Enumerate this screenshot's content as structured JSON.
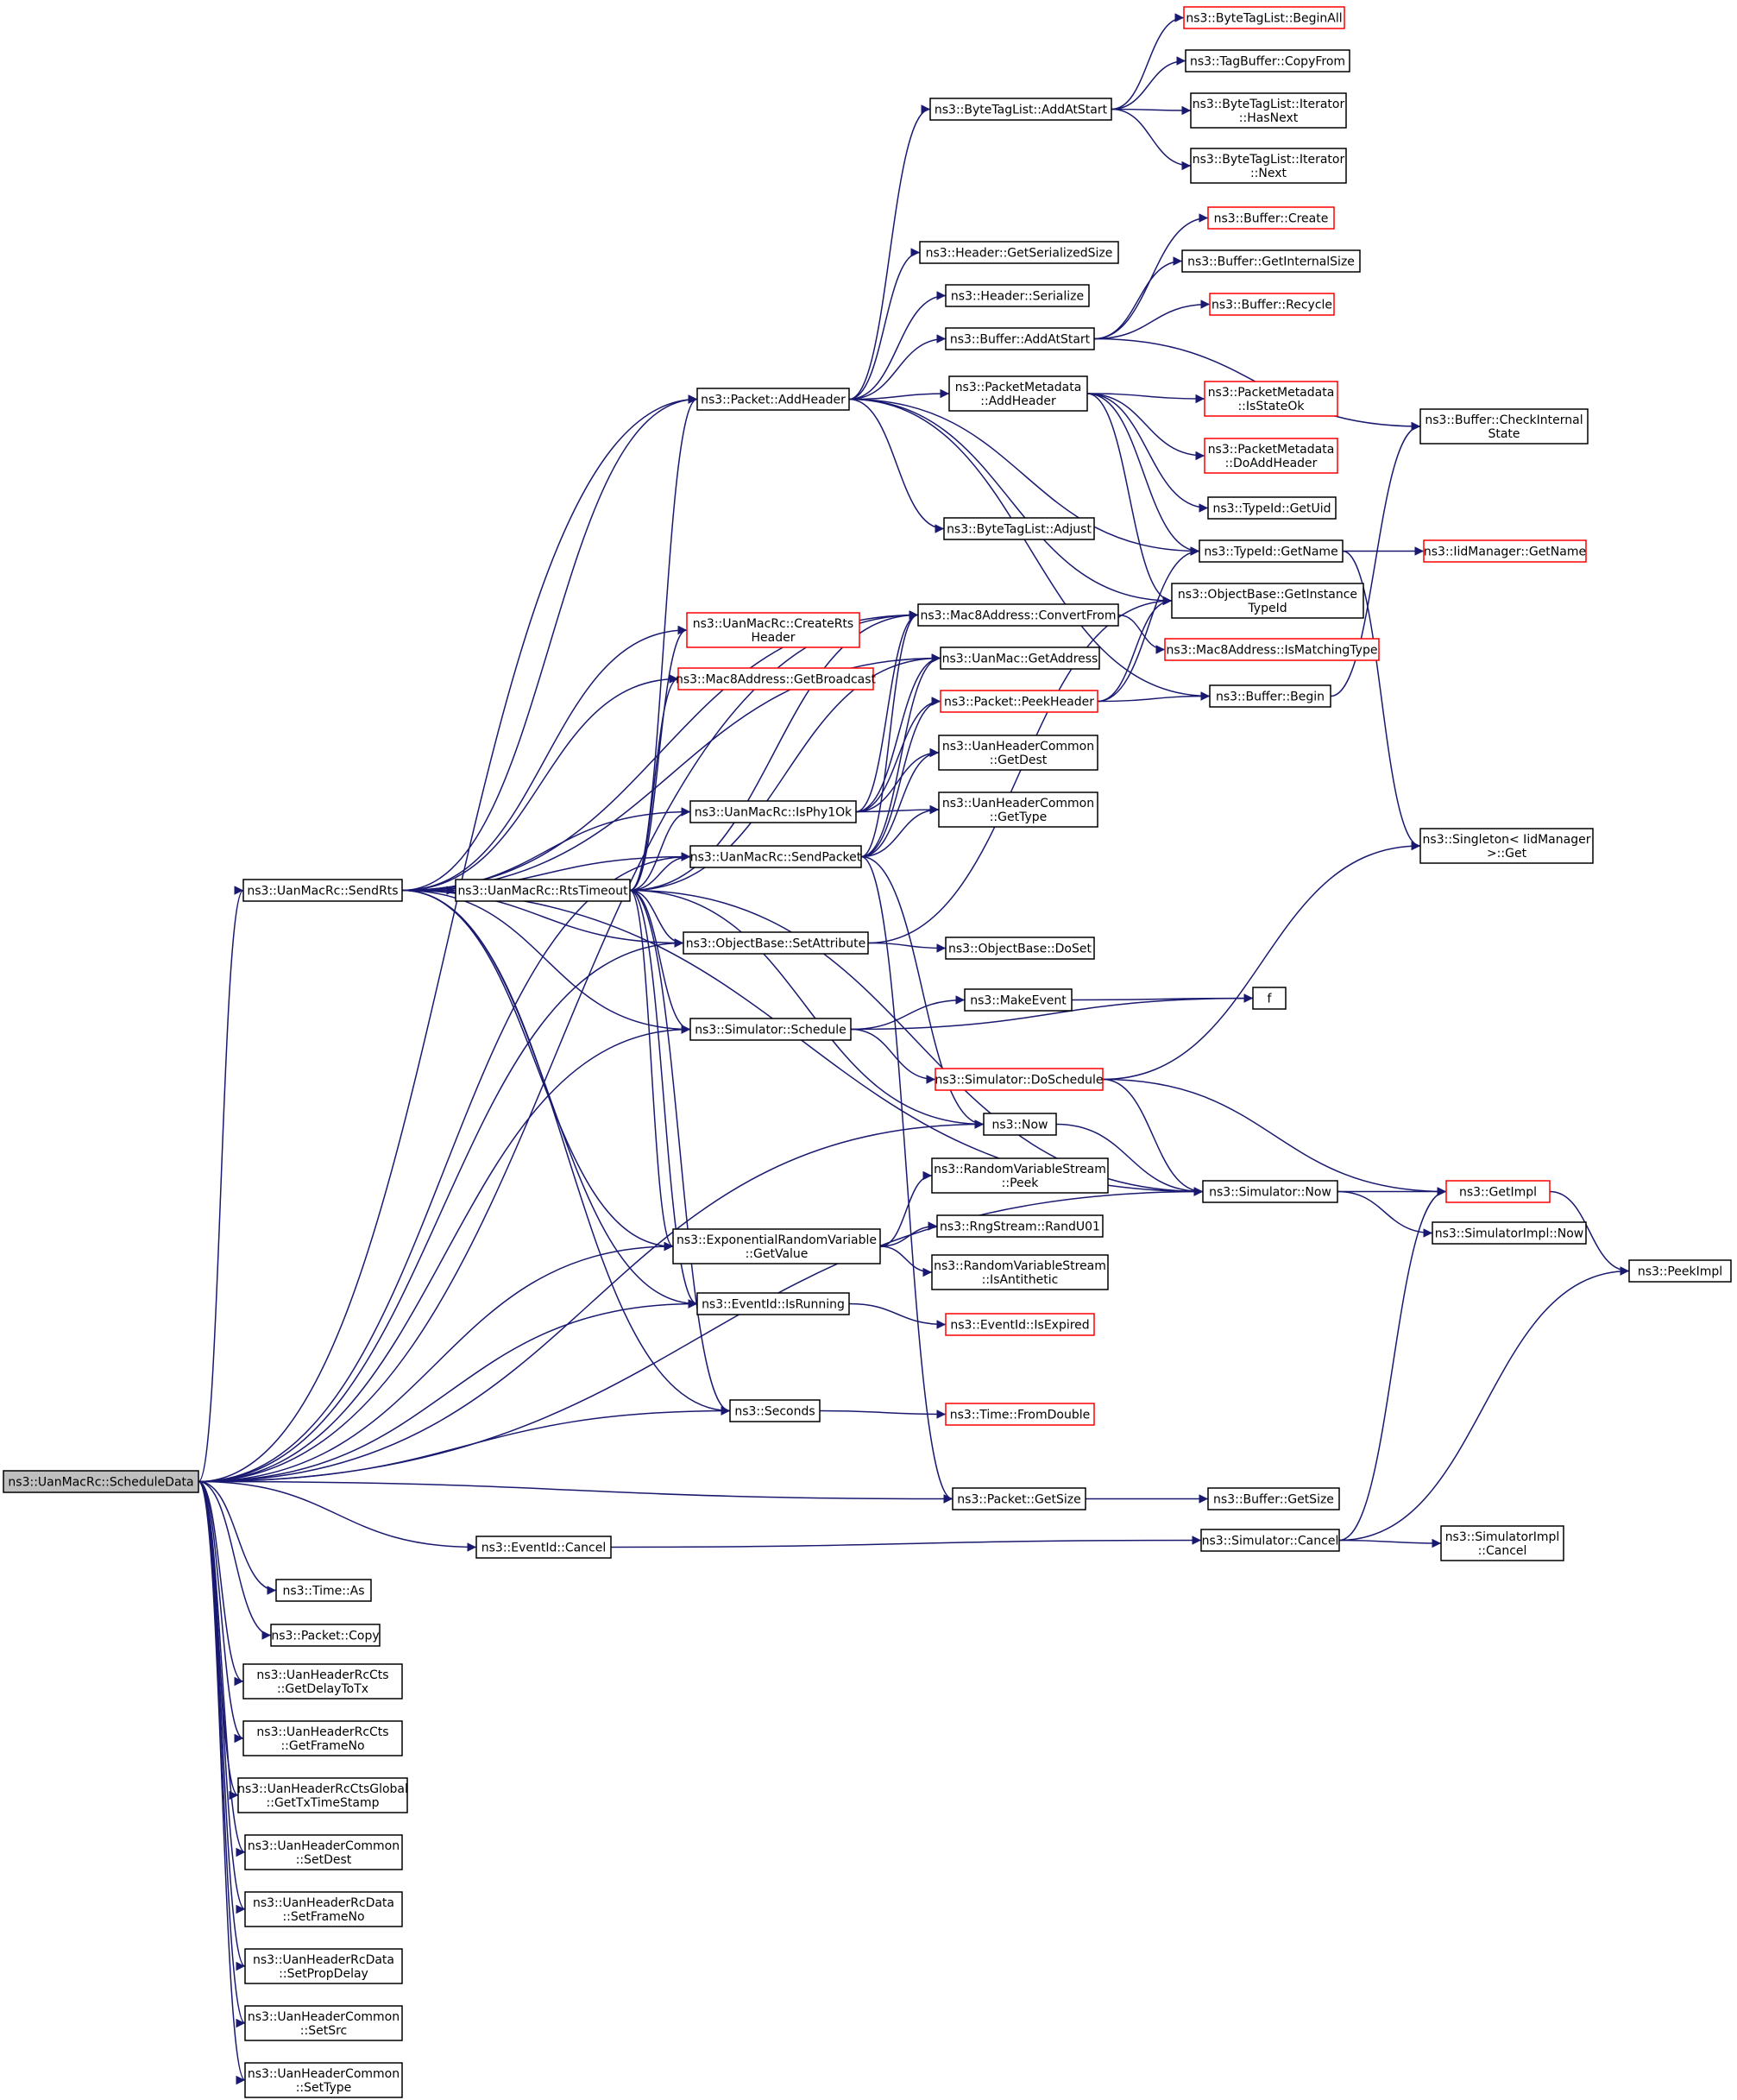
{
  "graph": {
    "title": "",
    "edge_color": "#191970",
    "truncated_border_color": "#ff0000",
    "root_fill": "#bfbfbf",
    "nodes": [
      {
        "id": "root",
        "lines": [
          "ns3::UanMacRc::ScheduleData"
        ],
        "root": true
      },
      {
        "id": "addHeader",
        "lines": [
          "ns3::Packet::AddHeader"
        ]
      },
      {
        "id": "sendRts",
        "lines": [
          "ns3::UanMacRc::SendRts"
        ]
      },
      {
        "id": "rtsTimeout",
        "lines": [
          "ns3::UanMacRc::RtsTimeout"
        ]
      },
      {
        "id": "isPhy1Ok",
        "lines": [
          "ns3::UanMacRc::IsPhy1Ok"
        ]
      },
      {
        "id": "sendPacket",
        "lines": [
          "ns3::UanMacRc::SendPacket"
        ]
      },
      {
        "id": "setAttribute",
        "lines": [
          "ns3::ObjectBase::SetAttribute"
        ]
      },
      {
        "id": "schedule",
        "lines": [
          "ns3::Simulator::Schedule"
        ]
      },
      {
        "id": "expGetValue",
        "lines": [
          "ns3::ExponentialRandomVariable",
          "::GetValue"
        ]
      },
      {
        "id": "isRunning",
        "lines": [
          "ns3::EventId::IsRunning"
        ]
      },
      {
        "id": "seconds",
        "lines": [
          "ns3::Seconds"
        ]
      },
      {
        "id": "eventCancel",
        "lines": [
          "ns3::EventId::Cancel"
        ]
      },
      {
        "id": "timeAs",
        "lines": [
          "ns3::Time::As"
        ]
      },
      {
        "id": "packetCopy",
        "lines": [
          "ns3::Packet::Copy"
        ]
      },
      {
        "id": "getDelayToTx",
        "lines": [
          "ns3::UanHeaderRcCts",
          "::GetDelayToTx"
        ]
      },
      {
        "id": "getFrameNo",
        "lines": [
          "ns3::UanHeaderRcCts",
          "::GetFrameNo"
        ]
      },
      {
        "id": "getTxTimeStamp",
        "lines": [
          "ns3::UanHeaderRcCtsGlobal",
          "::GetTxTimeStamp"
        ]
      },
      {
        "id": "setDest",
        "lines": [
          "ns3::UanHeaderCommon",
          "::SetDest"
        ]
      },
      {
        "id": "setFrameNo",
        "lines": [
          "ns3::UanHeaderRcData",
          "::SetFrameNo"
        ]
      },
      {
        "id": "setPropDelay",
        "lines": [
          "ns3::UanHeaderRcData",
          "::SetPropDelay"
        ]
      },
      {
        "id": "setSrc",
        "lines": [
          "ns3::UanHeaderCommon",
          "::SetSrc"
        ]
      },
      {
        "id": "setType",
        "lines": [
          "ns3::UanHeaderCommon",
          "::SetType"
        ]
      },
      {
        "id": "createRtsHeader",
        "lines": [
          "ns3::UanMacRc::CreateRts",
          "Header"
        ],
        "truncated": true
      },
      {
        "id": "getBroadcast",
        "lines": [
          "ns3::Mac8Address::GetBroadcast"
        ],
        "truncated": true
      },
      {
        "id": "byteTagAddAtStart",
        "lines": [
          "ns3::ByteTagList::AddAtStart"
        ]
      },
      {
        "id": "headerGetSerSize",
        "lines": [
          "ns3::Header::GetSerializedSize"
        ]
      },
      {
        "id": "headerSerialize",
        "lines": [
          "ns3::Header::Serialize"
        ]
      },
      {
        "id": "bufferAddAtStart",
        "lines": [
          "ns3::Buffer::AddAtStart"
        ]
      },
      {
        "id": "pmAddHeader",
        "lines": [
          "ns3::PacketMetadata",
          "::AddHeader"
        ]
      },
      {
        "id": "byteTagAdjust",
        "lines": [
          "ns3::ByteTagList::Adjust"
        ]
      },
      {
        "id": "convertFrom",
        "lines": [
          "ns3::Mac8Address::ConvertFrom"
        ]
      },
      {
        "id": "uanMacGetAddress",
        "lines": [
          "ns3::UanMac::GetAddress"
        ]
      },
      {
        "id": "peekHeader",
        "lines": [
          "ns3::Packet::PeekHeader"
        ],
        "truncated": true
      },
      {
        "id": "uhcGetDest",
        "lines": [
          "ns3::UanHeaderCommon",
          "::GetDest"
        ]
      },
      {
        "id": "uhcGetType",
        "lines": [
          "ns3::UanHeaderCommon",
          "::GetType"
        ]
      },
      {
        "id": "doSet",
        "lines": [
          "ns3::ObjectBase::DoSet"
        ]
      },
      {
        "id": "makeEvent",
        "lines": [
          "ns3::MakeEvent"
        ]
      },
      {
        "id": "doSchedule",
        "lines": [
          "ns3::Simulator::DoSchedule"
        ],
        "truncated": true
      },
      {
        "id": "now",
        "lines": [
          "ns3::Now"
        ]
      },
      {
        "id": "rvsPeek",
        "lines": [
          "ns3::RandomVariableStream",
          "::Peek"
        ]
      },
      {
        "id": "randU01",
        "lines": [
          "ns3::RngStream::RandU01"
        ]
      },
      {
        "id": "isAntithetic",
        "lines": [
          "ns3::RandomVariableStream",
          "::IsAntithetic"
        ]
      },
      {
        "id": "isExpired",
        "lines": [
          "ns3::EventId::IsExpired"
        ],
        "truncated": true
      },
      {
        "id": "fromDouble",
        "lines": [
          "ns3::Time::FromDouble"
        ],
        "truncated": true
      },
      {
        "id": "packetGetSize",
        "lines": [
          "ns3::Packet::GetSize"
        ]
      },
      {
        "id": "beginAll",
        "lines": [
          "ns3::ByteTagList::BeginAll"
        ],
        "truncated": true
      },
      {
        "id": "tagCopyFrom",
        "lines": [
          "ns3::TagBuffer::CopyFrom"
        ]
      },
      {
        "id": "iterHasNext",
        "lines": [
          "ns3::ByteTagList::Iterator",
          "::HasNext"
        ]
      },
      {
        "id": "iterNext",
        "lines": [
          "ns3::ByteTagList::Iterator",
          "::Next"
        ]
      },
      {
        "id": "bufferCreate",
        "lines": [
          "ns3::Buffer::Create"
        ],
        "truncated": true
      },
      {
        "id": "bufferGetInternalSize",
        "lines": [
          "ns3::Buffer::GetInternalSize"
        ]
      },
      {
        "id": "bufferRecycle",
        "lines": [
          "ns3::Buffer::Recycle"
        ],
        "truncated": true
      },
      {
        "id": "pmIsStateOk",
        "lines": [
          "ns3::PacketMetadata",
          "::IsStateOk"
        ],
        "truncated": true
      },
      {
        "id": "pmDoAddHeader",
        "lines": [
          "ns3::PacketMetadata",
          "::DoAddHeader"
        ],
        "truncated": true
      },
      {
        "id": "typeIdGetUid",
        "lines": [
          "ns3::TypeId::GetUid"
        ]
      },
      {
        "id": "typeIdGetName",
        "lines": [
          "ns3::TypeId::GetName"
        ]
      },
      {
        "id": "getInstanceTypeId",
        "lines": [
          "ns3::ObjectBase::GetInstance",
          "TypeId"
        ]
      },
      {
        "id": "isMatchingType",
        "lines": [
          "ns3::Mac8Address::IsMatchingType"
        ],
        "truncated": true
      },
      {
        "id": "bufferBegin",
        "lines": [
          "ns3::Buffer::Begin"
        ]
      },
      {
        "id": "fNode",
        "lines": [
          "f"
        ]
      },
      {
        "id": "simNow",
        "lines": [
          "ns3::Simulator::Now"
        ]
      },
      {
        "id": "bufferGetSize",
        "lines": [
          "ns3::Buffer::GetSize"
        ]
      },
      {
        "id": "simCancel",
        "lines": [
          "ns3::Simulator::Cancel"
        ]
      },
      {
        "id": "checkInternalState",
        "lines": [
          "ns3::Buffer::CheckInternal",
          "State"
        ]
      },
      {
        "id": "iidGetName",
        "lines": [
          "ns3::IidManager::GetName"
        ],
        "truncated": true
      },
      {
        "id": "singletonGet",
        "lines": [
          "ns3::Singleton< IidManager",
          ">::Get"
        ]
      },
      {
        "id": "getImpl",
        "lines": [
          "ns3::GetImpl"
        ],
        "truncated": true
      },
      {
        "id": "simImplNow",
        "lines": [
          "ns3::SimulatorImpl::Now"
        ]
      },
      {
        "id": "simImplCancel",
        "lines": [
          "ns3::SimulatorImpl",
          "::Cancel"
        ]
      },
      {
        "id": "peekImpl",
        "lines": [
          "ns3::PeekImpl"
        ]
      }
    ],
    "edges": [
      [
        "root",
        "addHeader"
      ],
      [
        "root",
        "sendRts"
      ],
      [
        "root",
        "sendPacket"
      ],
      [
        "root",
        "setAttribute"
      ],
      [
        "root",
        "schedule"
      ],
      [
        "root",
        "now"
      ],
      [
        "root",
        "simNow"
      ],
      [
        "root",
        "expGetValue"
      ],
      [
        "root",
        "isRunning"
      ],
      [
        "root",
        "seconds"
      ],
      [
        "root",
        "packetGetSize"
      ],
      [
        "root",
        "eventCancel"
      ],
      [
        "root",
        "timeAs"
      ],
      [
        "root",
        "packetCopy"
      ],
      [
        "root",
        "getDelayToTx"
      ],
      [
        "root",
        "getFrameNo"
      ],
      [
        "root",
        "getTxTimeStamp"
      ],
      [
        "root",
        "setDest"
      ],
      [
        "root",
        "setFrameNo"
      ],
      [
        "root",
        "setPropDelay"
      ],
      [
        "root",
        "setSrc"
      ],
      [
        "root",
        "setType"
      ],
      [
        "root",
        "convertFrom"
      ],
      [
        "sendRts",
        "addHeader"
      ],
      [
        "sendRts",
        "rtsTimeout"
      ],
      [
        "sendRts",
        "createRtsHeader"
      ],
      [
        "sendRts",
        "getBroadcast"
      ],
      [
        "sendRts",
        "convertFrom"
      ],
      [
        "sendRts",
        "uanMacGetAddress"
      ],
      [
        "sendRts",
        "isPhy1Ok"
      ],
      [
        "sendRts",
        "sendPacket"
      ],
      [
        "sendRts",
        "setAttribute"
      ],
      [
        "sendRts",
        "schedule"
      ],
      [
        "sendRts",
        "expGetValue"
      ],
      [
        "sendRts",
        "isRunning"
      ],
      [
        "sendRts",
        "seconds"
      ],
      [
        "sendRts",
        "simNow"
      ],
      [
        "rtsTimeout",
        "addHeader"
      ],
      [
        "rtsTimeout",
        "createRtsHeader"
      ],
      [
        "rtsTimeout",
        "getBroadcast"
      ],
      [
        "rtsTimeout",
        "convertFrom"
      ],
      [
        "rtsTimeout",
        "uanMacGetAddress"
      ],
      [
        "rtsTimeout",
        "isPhy1Ok"
      ],
      [
        "rtsTimeout",
        "sendPacket"
      ],
      [
        "rtsTimeout",
        "setAttribute"
      ],
      [
        "rtsTimeout",
        "schedule"
      ],
      [
        "rtsTimeout",
        "now"
      ],
      [
        "rtsTimeout",
        "simNow"
      ],
      [
        "rtsTimeout",
        "expGetValue"
      ],
      [
        "rtsTimeout",
        "isRunning"
      ],
      [
        "rtsTimeout",
        "seconds"
      ],
      [
        "isPhy1Ok",
        "convertFrom"
      ],
      [
        "isPhy1Ok",
        "uanMacGetAddress"
      ],
      [
        "isPhy1Ok",
        "peekHeader"
      ],
      [
        "isPhy1Ok",
        "uhcGetDest"
      ],
      [
        "isPhy1Ok",
        "uhcGetType"
      ],
      [
        "sendPacket",
        "convertFrom"
      ],
      [
        "sendPacket",
        "uanMacGetAddress"
      ],
      [
        "sendPacket",
        "peekHeader"
      ],
      [
        "sendPacket",
        "uhcGetDest"
      ],
      [
        "sendPacket",
        "uhcGetType"
      ],
      [
        "sendPacket",
        "now"
      ],
      [
        "sendPacket",
        "packetGetSize"
      ],
      [
        "addHeader",
        "byteTagAddAtStart"
      ],
      [
        "addHeader",
        "headerGetSerSize"
      ],
      [
        "addHeader",
        "headerSerialize"
      ],
      [
        "addHeader",
        "bufferAddAtStart"
      ],
      [
        "addHeader",
        "pmAddHeader"
      ],
      [
        "addHeader",
        "byteTagAdjust"
      ],
      [
        "addHeader",
        "typeIdGetName"
      ],
      [
        "addHeader",
        "getInstanceTypeId"
      ],
      [
        "addHeader",
        "bufferBegin"
      ],
      [
        "byteTagAddAtStart",
        "beginAll"
      ],
      [
        "byteTagAddAtStart",
        "tagCopyFrom"
      ],
      [
        "byteTagAddAtStart",
        "iterHasNext"
      ],
      [
        "byteTagAddAtStart",
        "iterNext"
      ],
      [
        "bufferAddAtStart",
        "bufferCreate"
      ],
      [
        "bufferAddAtStart",
        "bufferGetInternalSize"
      ],
      [
        "bufferAddAtStart",
        "bufferRecycle"
      ],
      [
        "bufferAddAtStart",
        "checkInternalState"
      ],
      [
        "pmAddHeader",
        "pmIsStateOk"
      ],
      [
        "pmAddHeader",
        "pmDoAddHeader"
      ],
      [
        "pmAddHeader",
        "typeIdGetUid"
      ],
      [
        "pmAddHeader",
        "typeIdGetName"
      ],
      [
        "pmAddHeader",
        "getInstanceTypeId"
      ],
      [
        "convertFrom",
        "isMatchingType"
      ],
      [
        "peekHeader",
        "typeIdGetName"
      ],
      [
        "peekHeader",
        "getInstanceTypeId"
      ],
      [
        "peekHeader",
        "bufferBegin"
      ],
      [
        "setAttribute",
        "doSet"
      ],
      [
        "setAttribute",
        "getInstanceTypeId"
      ],
      [
        "schedule",
        "makeEvent"
      ],
      [
        "schedule",
        "fNode"
      ],
      [
        "schedule",
        "doSchedule"
      ],
      [
        "makeEvent",
        "fNode"
      ],
      [
        "doSchedule",
        "singletonGet"
      ],
      [
        "doSchedule",
        "simNow"
      ],
      [
        "doSchedule",
        "getImpl"
      ],
      [
        "now",
        "simNow"
      ],
      [
        "expGetValue",
        "rvsPeek"
      ],
      [
        "expGetValue",
        "randU01"
      ],
      [
        "expGetValue",
        "isAntithetic"
      ],
      [
        "isRunning",
        "isExpired"
      ],
      [
        "seconds",
        "fromDouble"
      ],
      [
        "packetGetSize",
        "bufferGetSize"
      ],
      [
        "eventCancel",
        "simCancel"
      ],
      [
        "typeIdGetName",
        "iidGetName"
      ],
      [
        "typeIdGetName",
        "singletonGet"
      ],
      [
        "bufferBegin",
        "checkInternalState"
      ],
      [
        "simNow",
        "getImpl"
      ],
      [
        "simNow",
        "simImplNow"
      ],
      [
        "simCancel",
        "getImpl"
      ],
      [
        "simCancel",
        "simImplCancel"
      ],
      [
        "simCancel",
        "peekImpl"
      ],
      [
        "getImpl",
        "peekImpl"
      ]
    ]
  }
}
